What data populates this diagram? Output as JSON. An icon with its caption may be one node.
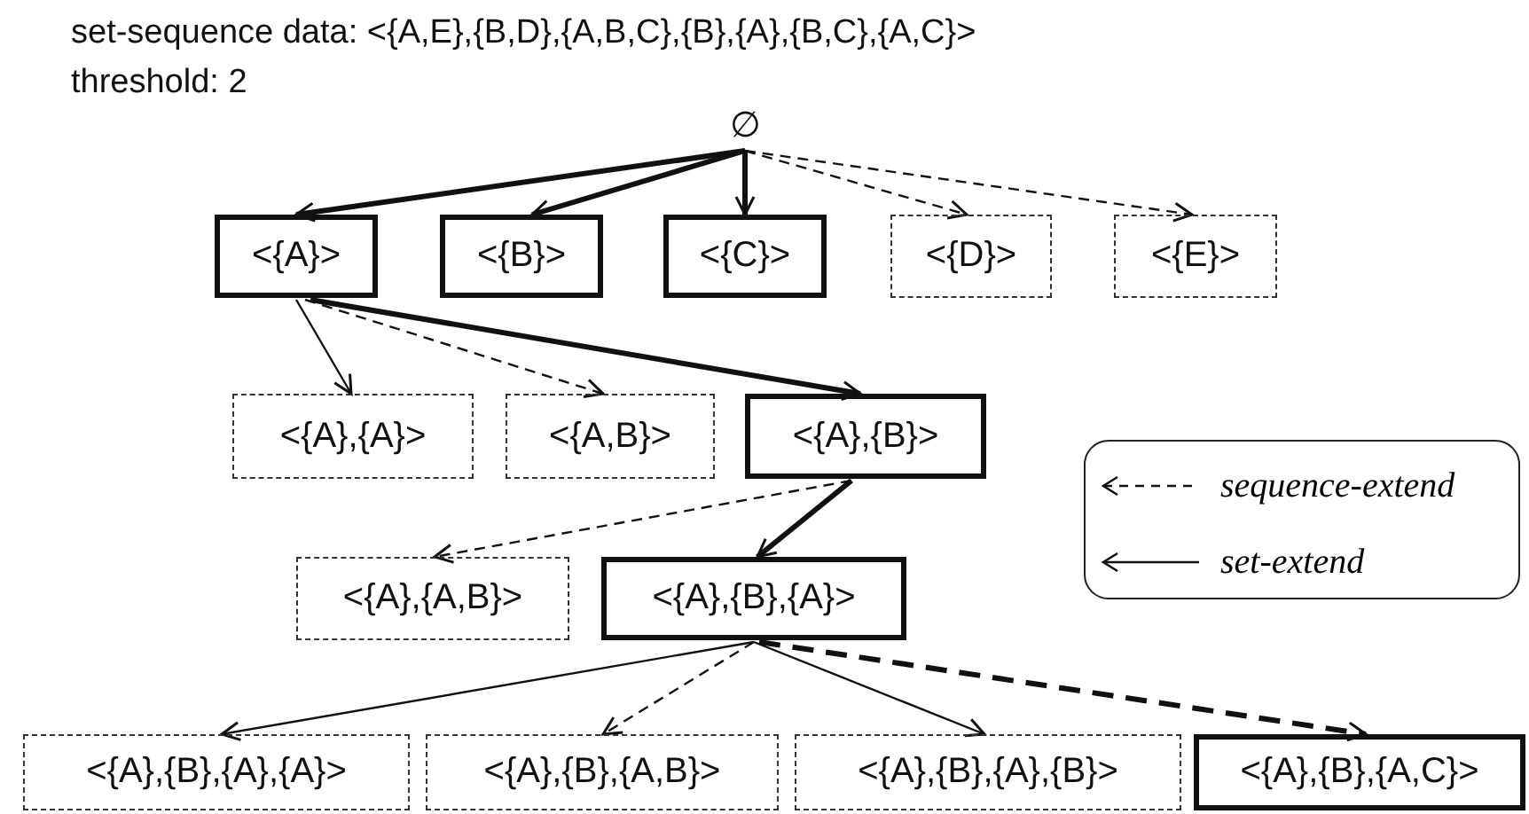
{
  "diagram": {
    "title": "set-sequence data: <{A,E},{B,D},{A,B,C},{B},{A},{B,C},{A,C}>",
    "nodes": [
      {
        "text": [
          "∅"
        ]
      },
      {
        "text": [
          "<{A}>"
        ]
      },
      {
        "text": [
          "<{B}>"
        ]
      },
      {
        "text": [
          "<{C}>"
        ]
      },
      {
        "text": [
          "<{D}>"
        ]
      },
      {
        "text": [
          "<{E}>"
        ]
      },
      {
        "text": [
          "<{A},{A}>"
        ]
      },
      {
        "text": [
          "<{A,B}>"
        ]
      },
      {
        "text": [
          "<{A},{B}>"
        ]
      },
      {
        "text": [
          "<{A},{A,B}>"
        ]
      },
      {
        "text": [
          "<{A},{B},{A}>"
        ]
      },
      {
        "text": [
          "<{A},{B},{A},{A}>"
        ]
      },
      {
        "text": [
          "<{A},{B},{A,B}>"
        ]
      },
      {
        "text": [
          "<{A},{B},{A},{B}>"
        ]
      },
      {
        "text": [
          "<{A},{B},{A,C}>"
        ]
      }
    ],
    "edges": [
      {
        "from": 0,
        "to": 1,
        "arrow": "to",
        "style": "thick"
      },
      {
        "from": 0,
        "to": 2,
        "arrow": "to",
        "style": "thick"
      },
      {
        "from": 0,
        "to": 3,
        "arrow": "to",
        "style": "thick"
      },
      {
        "from": 0,
        "to": 4,
        "arrow": "to",
        "style": "dashed"
      },
      {
        "from": 0,
        "to": 5,
        "arrow": "to",
        "style": "dashed"
      },
      {
        "from": 1,
        "to": 6,
        "arrow": "to"
      },
      {
        "from": 1,
        "to": 7,
        "arrow": "to",
        "style": "dashed"
      },
      {
        "from": 1,
        "to": 8,
        "arrow": "to",
        "style": "thick"
      },
      {
        "from": 8,
        "to": 9,
        "arrow": "to",
        "style": "dashed"
      },
      {
        "from": 8,
        "to": 10,
        "arrow": "to",
        "style": "thick"
      },
      {
        "from": 10,
        "to": 11,
        "arrow": "to"
      },
      {
        "from": 10,
        "to": 12,
        "arrow": "to",
        "style": "dashed"
      },
      {
        "from": 10,
        "to": 13,
        "arrow": "to"
      },
      {
        "from": 10,
        "to": 14,
        "arrow": "to",
        "style": "dashed"
      }
    ],
    "labels": [
      "threshold: 2"
    ],
    "legend": [
      {
        "text": "sequence-extend"
      },
      {
        "text": "set-extend"
      }
    ]
  }
}
